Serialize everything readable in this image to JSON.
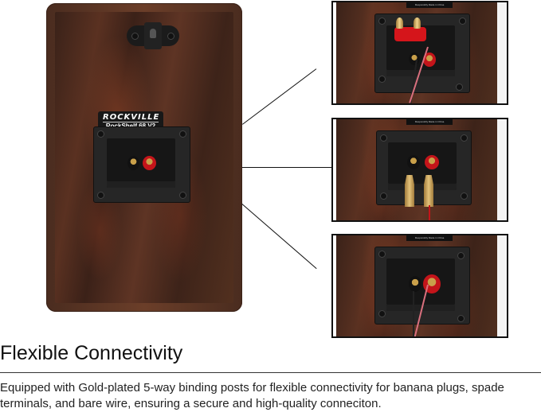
{
  "product_image": {
    "label": {
      "brand": "ROCKVILLE",
      "model": "RockShelf 68 V2",
      "origin": "Responsibly Made in China"
    },
    "detail_panels": [
      {
        "id": "banana-plugs",
        "tag": "Responsibly Made in China",
        "connection": "banana plugs"
      },
      {
        "id": "spade-terminals",
        "tag": "Responsibly Made in China",
        "connection": "spade terminals"
      },
      {
        "id": "bare-wire",
        "tag": "Responsibly Made in China",
        "connection": "bare wire"
      }
    ],
    "colors": {
      "wood": "#4a2c1f",
      "positive_post": "#c4141a",
      "negative_post": "#111111",
      "gold": "#c9a04a"
    }
  },
  "section": {
    "title": "Flexible Connectivity",
    "description": "Equipped with Gold-plated 5-way binding posts for flexible connectivity for banana plugs, spade terminals, and bare wire, ensuring a secure and high-quality conneciton."
  }
}
